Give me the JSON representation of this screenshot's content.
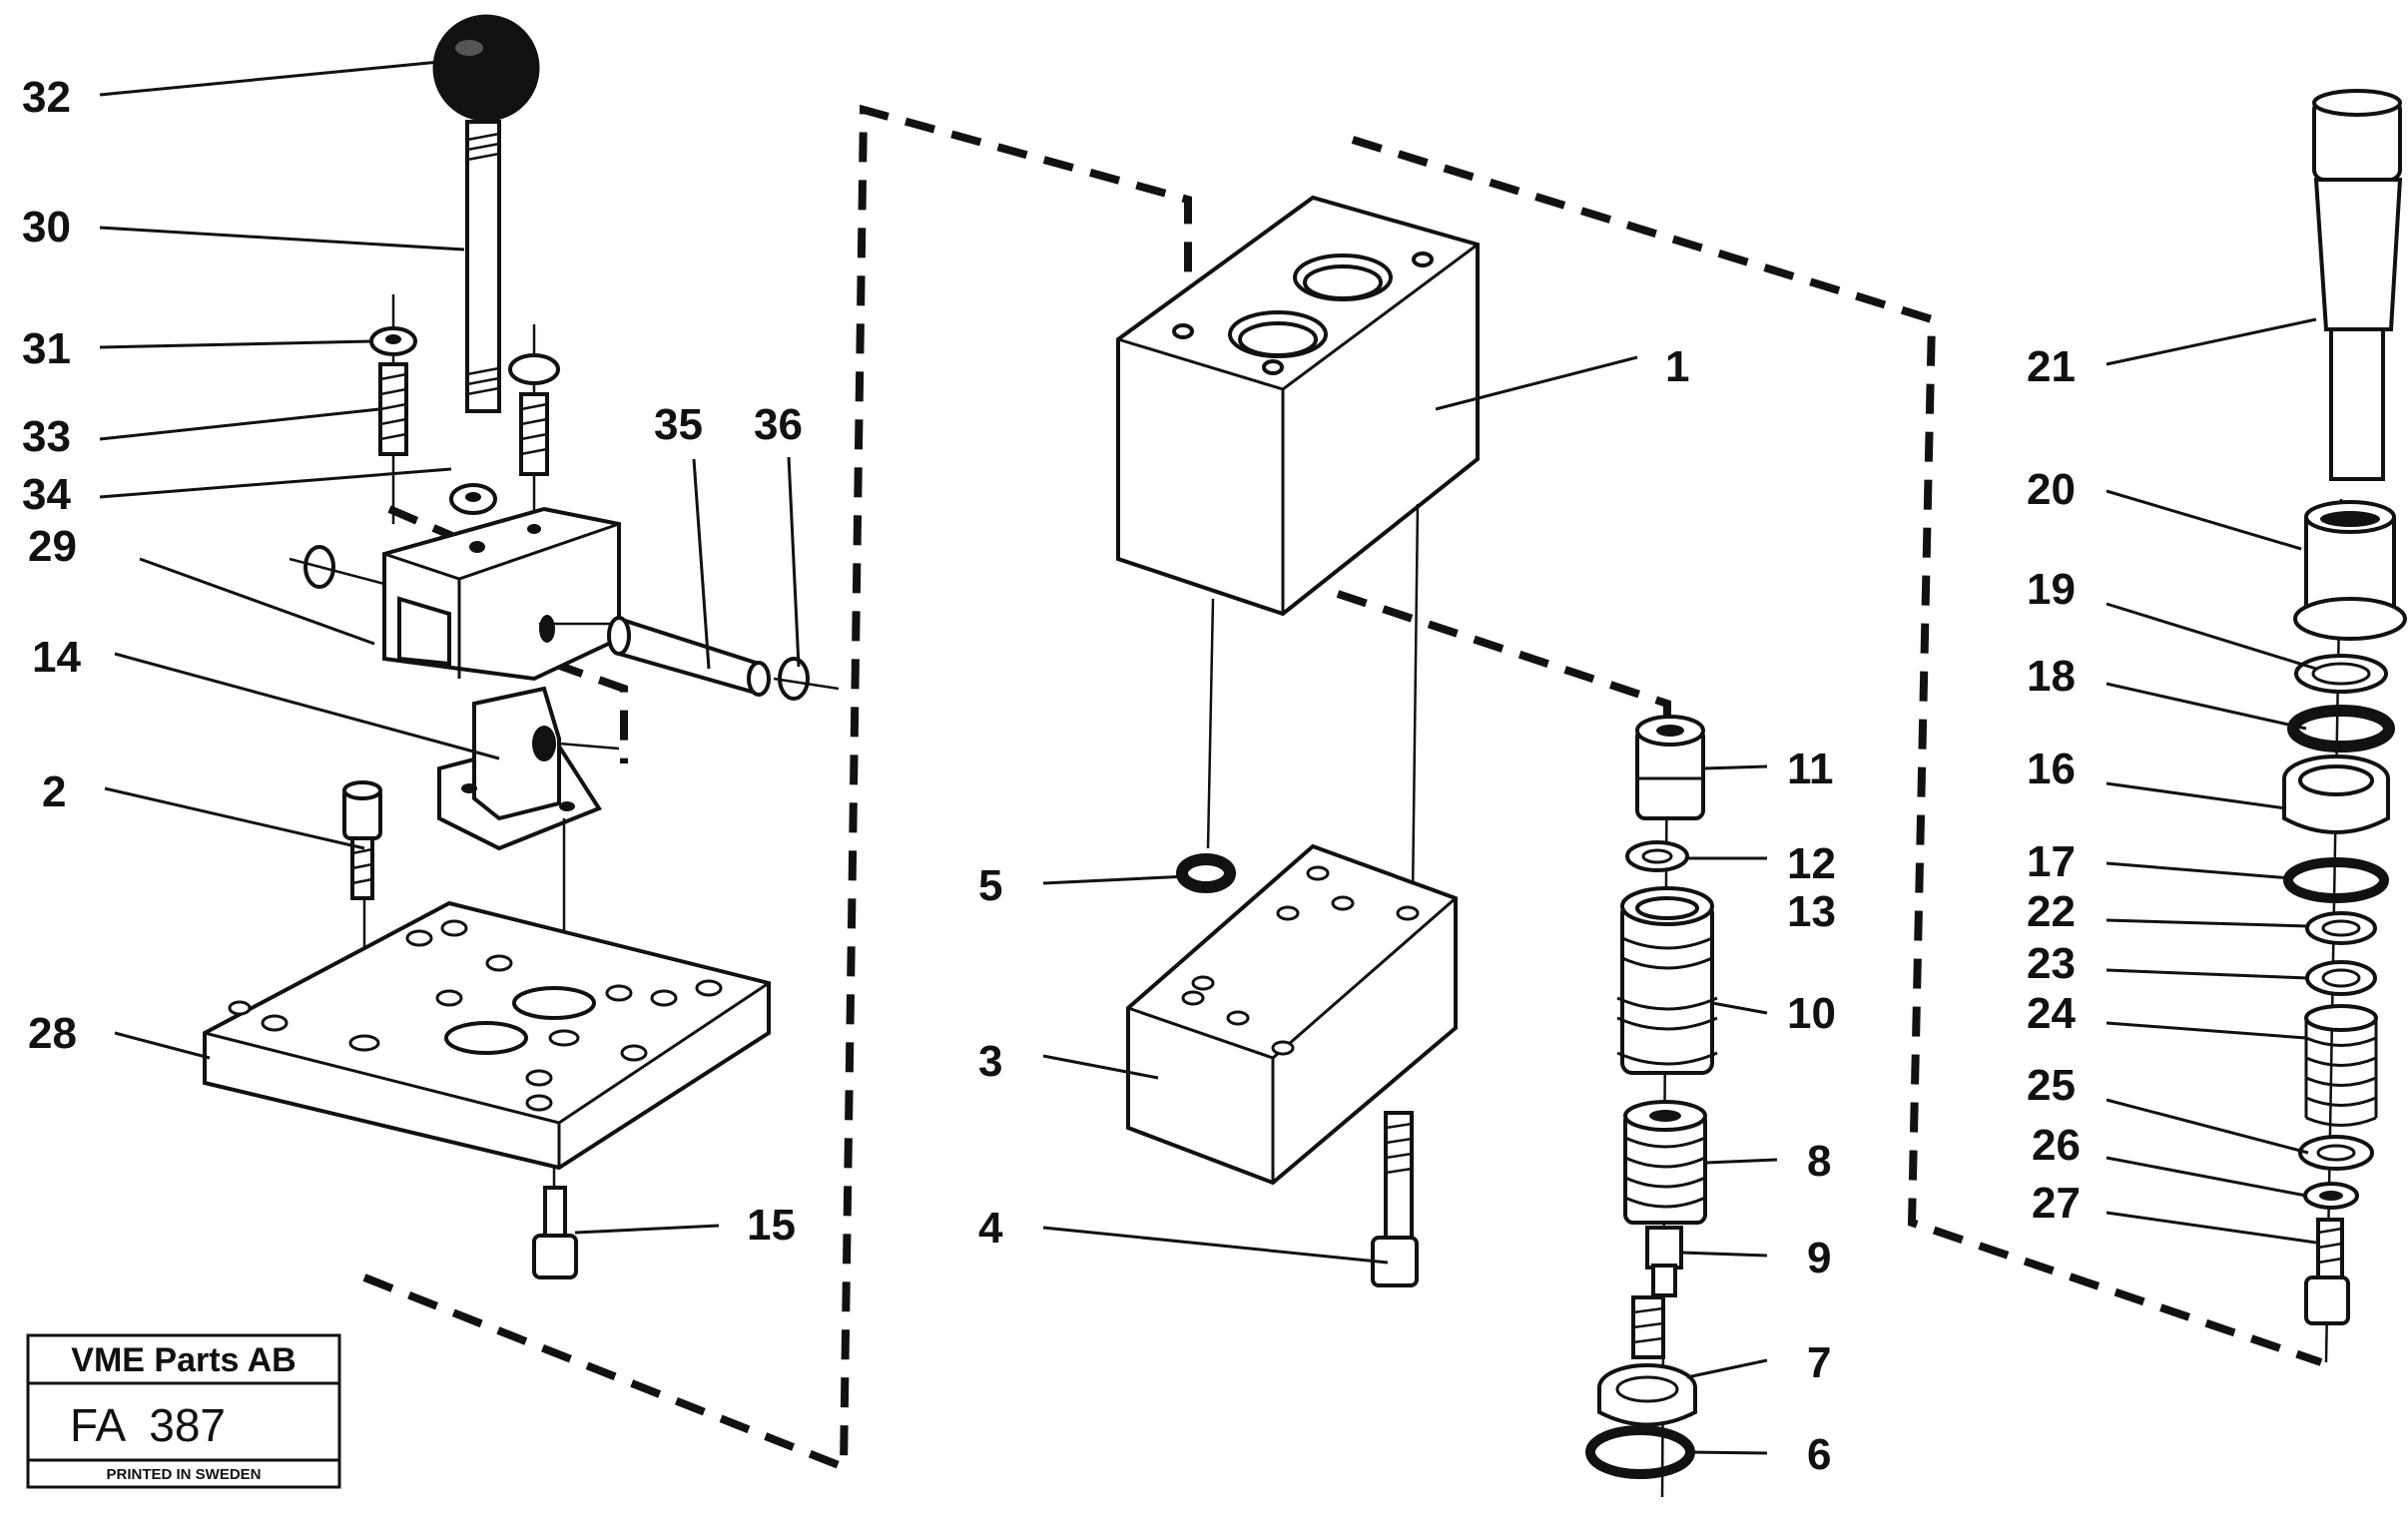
{
  "callouts": [
    {
      "label": "32"
    },
    {
      "label": "30"
    },
    {
      "label": "31"
    },
    {
      "label": "33"
    },
    {
      "label": "34"
    },
    {
      "label": "29"
    },
    {
      "label": "35"
    },
    {
      "label": "36"
    },
    {
      "label": "14"
    },
    {
      "label": "2"
    },
    {
      "label": "28"
    },
    {
      "label": "15"
    },
    {
      "label": "1"
    },
    {
      "label": "5"
    },
    {
      "label": "3"
    },
    {
      "label": "4"
    },
    {
      "label": "11"
    },
    {
      "label": "12"
    },
    {
      "label": "13"
    },
    {
      "label": "10"
    },
    {
      "label": "8"
    },
    {
      "label": "9"
    },
    {
      "label": "7"
    },
    {
      "label": "6"
    },
    {
      "label": "21"
    },
    {
      "label": "20"
    },
    {
      "label": "19"
    },
    {
      "label": "18"
    },
    {
      "label": "16"
    },
    {
      "label": "17"
    },
    {
      "label": "22"
    },
    {
      "label": "23"
    },
    {
      "label": "24"
    },
    {
      "label": "25"
    },
    {
      "label": "26"
    },
    {
      "label": "27"
    }
  ],
  "stamp": {
    "company": "VME Parts AB",
    "code": "FA  387",
    "footer": "PRINTED IN SWEDEN"
  }
}
